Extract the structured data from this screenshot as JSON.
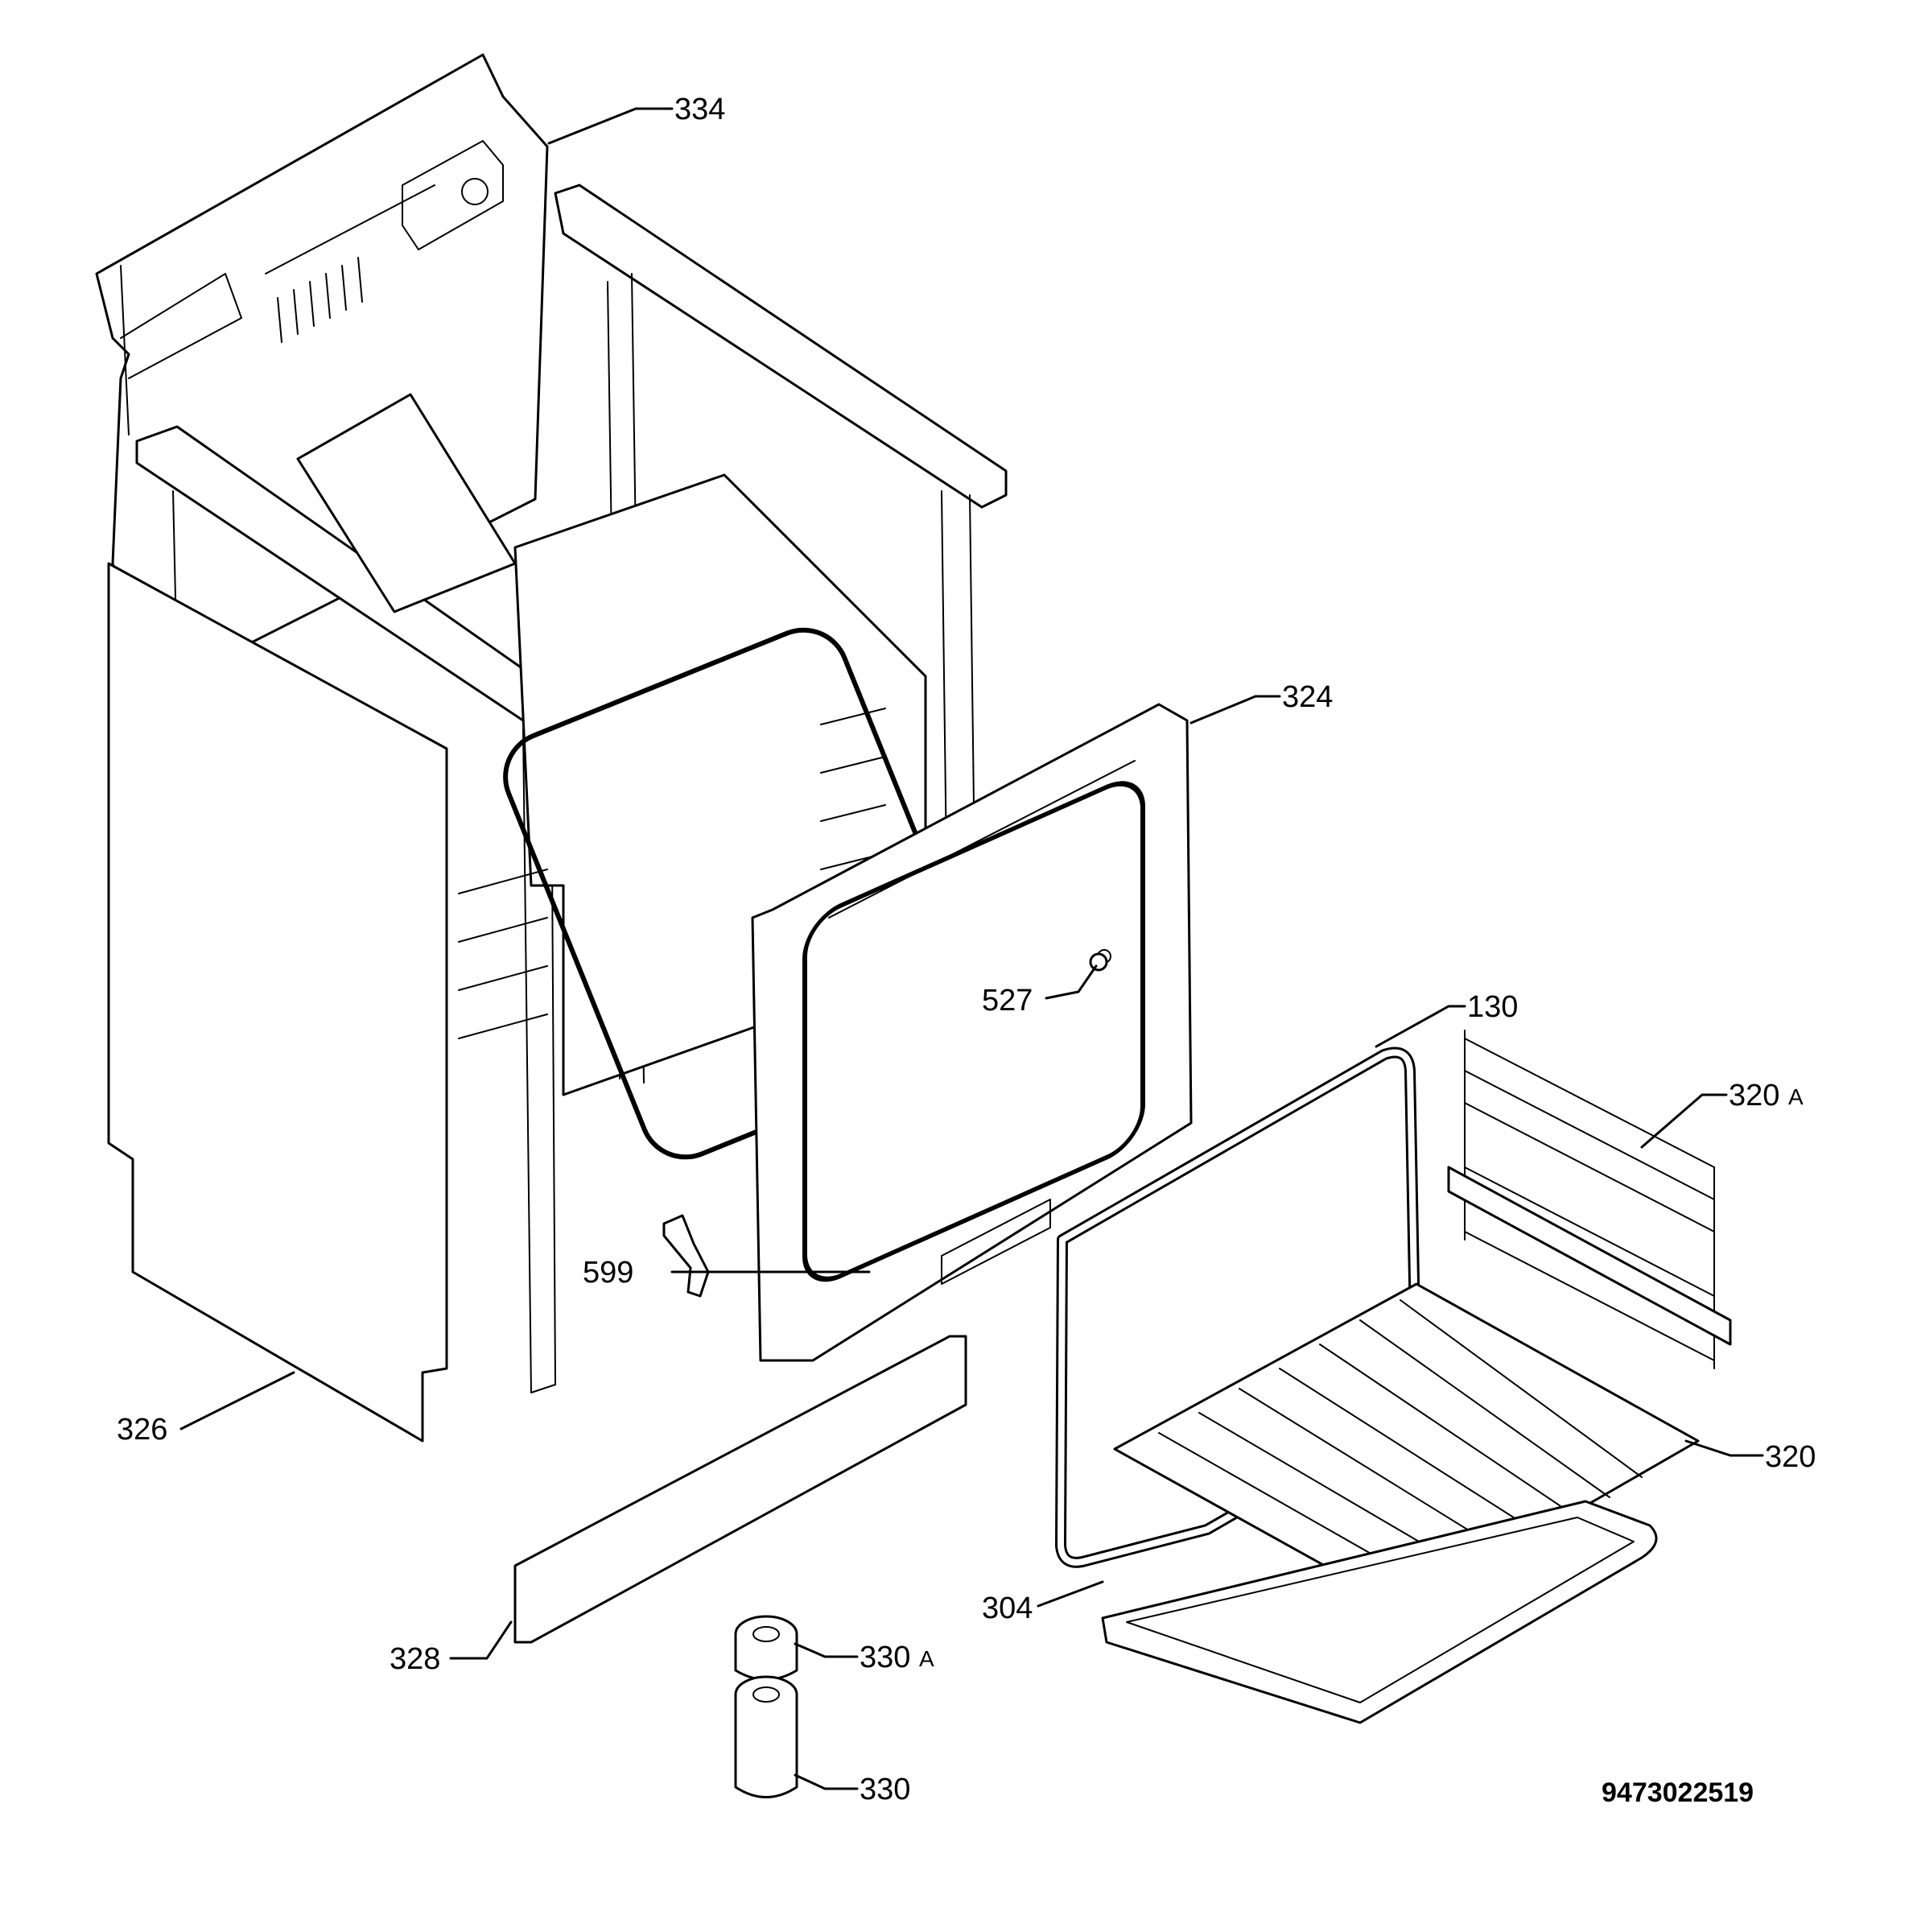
{
  "callouts": {
    "c334": "334",
    "c324": "324",
    "c527": "527",
    "c130": "130",
    "c320a": "320",
    "c320a_suffix": "A",
    "c599": "599",
    "c326": "326",
    "c320": "320",
    "c304": "304",
    "c328": "328",
    "c330a": "330",
    "c330a_suffix": "A",
    "c330": "330"
  },
  "document_number": "9473022519"
}
